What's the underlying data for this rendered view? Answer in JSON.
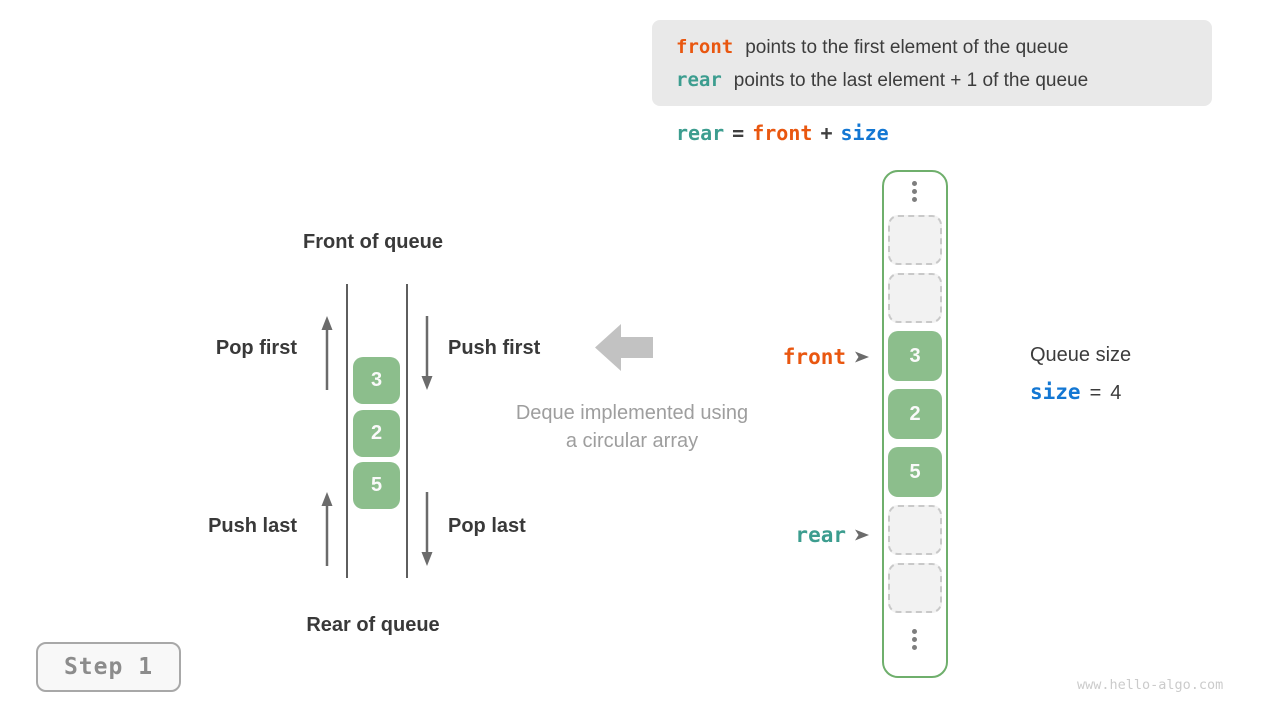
{
  "colors": {
    "front_orange": "#E95710",
    "rear_teal": "#3C9D8F",
    "size_blue": "#1377D3",
    "element_green": "#8CBE8C",
    "array_border_green": "#6FAF6C",
    "panel_gray": "#E9E9E9"
  },
  "info_box": {
    "lines": [
      {
        "keyword": "front",
        "text": "points to the first element of the queue"
      },
      {
        "keyword": "rear",
        "text": "points to the last element + 1 of the queue"
      }
    ]
  },
  "equation": {
    "lhs": "rear",
    "equals": "=",
    "mid": "front",
    "plus": "+",
    "rhs": "size"
  },
  "left_queue": {
    "front_title": "Front of queue",
    "rear_title": "Rear of queue",
    "pop_first": "Pop first",
    "push_first": "Push first",
    "push_last": "Push last",
    "pop_last": "Pop last",
    "elements": [
      "3",
      "2",
      "5"
    ]
  },
  "caption": {
    "line1": "Deque implemented using",
    "line2": "a circular array"
  },
  "array": {
    "front_label": "front",
    "rear_label": "rear",
    "values": [
      "3",
      "2",
      "5"
    ]
  },
  "queue_size": {
    "title": "Queue size",
    "variable": "size",
    "equals": "=",
    "value": "4"
  },
  "step_label": "Step 1",
  "watermark": "www.hello-algo.com"
}
